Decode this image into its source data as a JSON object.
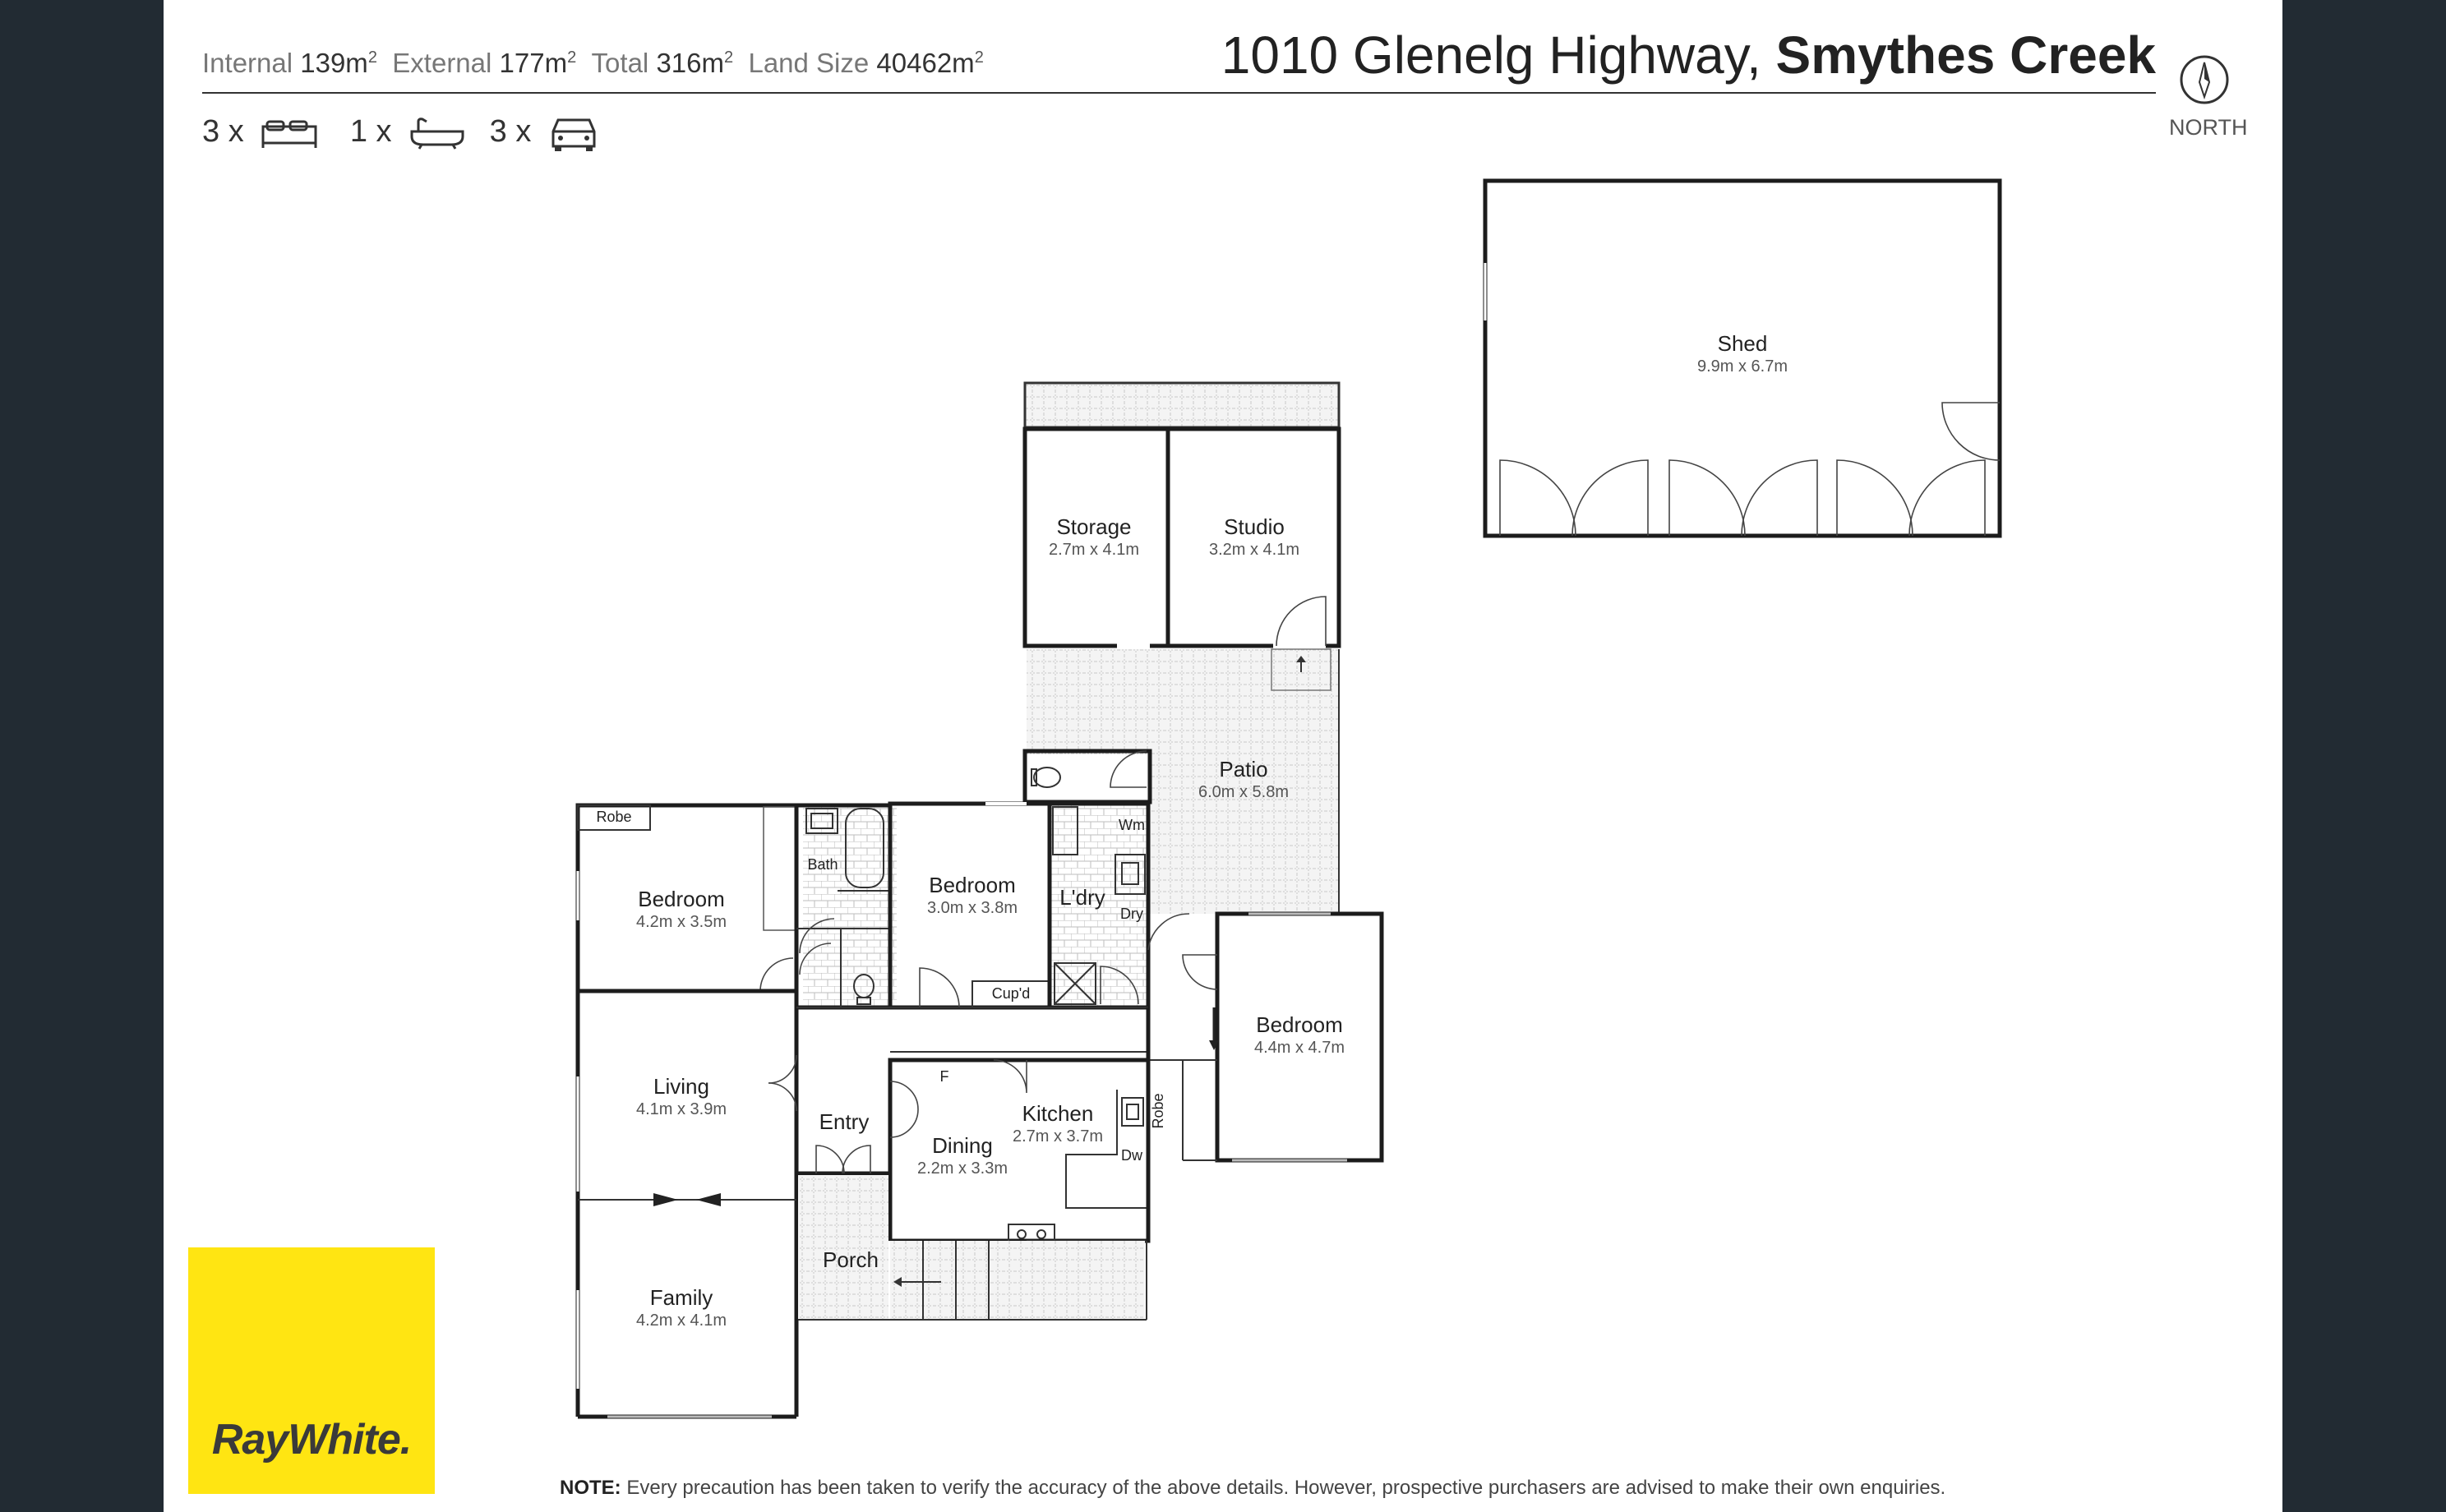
{
  "header": {
    "stats": [
      {
        "label": "Internal",
        "value": "139m",
        "unit_sup": "2"
      },
      {
        "label": "External",
        "value": "177m",
        "unit_sup": "2"
      },
      {
        "label": "Total",
        "value": "316m",
        "unit_sup": "2"
      },
      {
        "label": "Land Size",
        "value": "40462m",
        "unit_sup": "2"
      }
    ],
    "address_street": "1010 Glenelg Highway,",
    "address_suburb": "Smythes Creek",
    "north_label": "NORTH",
    "counts": {
      "bedrooms": "3 x",
      "bathrooms": "1 x",
      "car_spaces": "3 x"
    }
  },
  "rooms": {
    "shed": {
      "name": "Shed",
      "dims": "9.9m x 6.7m"
    },
    "storage": {
      "name": "Storage",
      "dims": "2.7m x 4.1m"
    },
    "studio": {
      "name": "Studio",
      "dims": "3.2m x 4.1m"
    },
    "patio": {
      "name": "Patio",
      "dims": "6.0m x 5.8m"
    },
    "bedroom_west": {
      "name": "Bedroom",
      "dims": "4.2m x 3.5m"
    },
    "bedroom_centre": {
      "name": "Bedroom",
      "dims": "3.0m x 3.8m"
    },
    "bedroom_east": {
      "name": "Bedroom",
      "dims": "4.4m x 4.7m"
    },
    "laundry": {
      "name": "L'dry"
    },
    "bath": {
      "name": "Bath"
    },
    "living": {
      "name": "Living",
      "dims": "4.1m x 3.9m"
    },
    "family": {
      "name": "Family",
      "dims": "4.2m x 4.1m"
    },
    "entry": {
      "name": "Entry"
    },
    "kitchen": {
      "name": "Kitchen",
      "dims": "2.7m x 3.7m"
    },
    "dining": {
      "name": "Dining",
      "dims": "2.2m x 3.3m"
    },
    "porch": {
      "name": "Porch"
    }
  },
  "fixtures": {
    "robe": "Robe",
    "robe_east": "Robe",
    "cupboard": "Cup'd",
    "washing_machine": "Wm",
    "dryer": "Dry",
    "dishwasher": "Dw",
    "fridge": "F"
  },
  "brand": {
    "name": "RayWhite.",
    "color": "#ffe512"
  },
  "note": {
    "label": "NOTE:",
    "text": "Every precaution has been taken to verify the accuracy of the above details. However, prospective purchasers are advised to make their own enquiries."
  }
}
